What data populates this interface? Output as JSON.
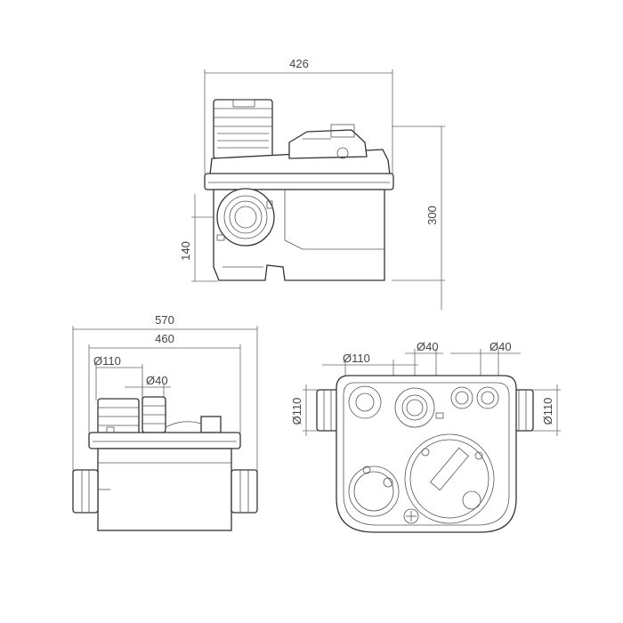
{
  "top_view": {
    "width_label": "426",
    "height_label": "300",
    "inlet_height_label": "140"
  },
  "front_view": {
    "overall_width_label": "570",
    "body_width_label": "460",
    "large_inlet_label": "Ø110",
    "small_inlet_label": "Ø40"
  },
  "plan_view": {
    "large_inlet_label": "Ø110",
    "small_inlet_label_1": "Ø40",
    "small_inlet_label_2": "Ø40",
    "left_side_label": "Ø110",
    "right_side_label": "Ø110"
  }
}
